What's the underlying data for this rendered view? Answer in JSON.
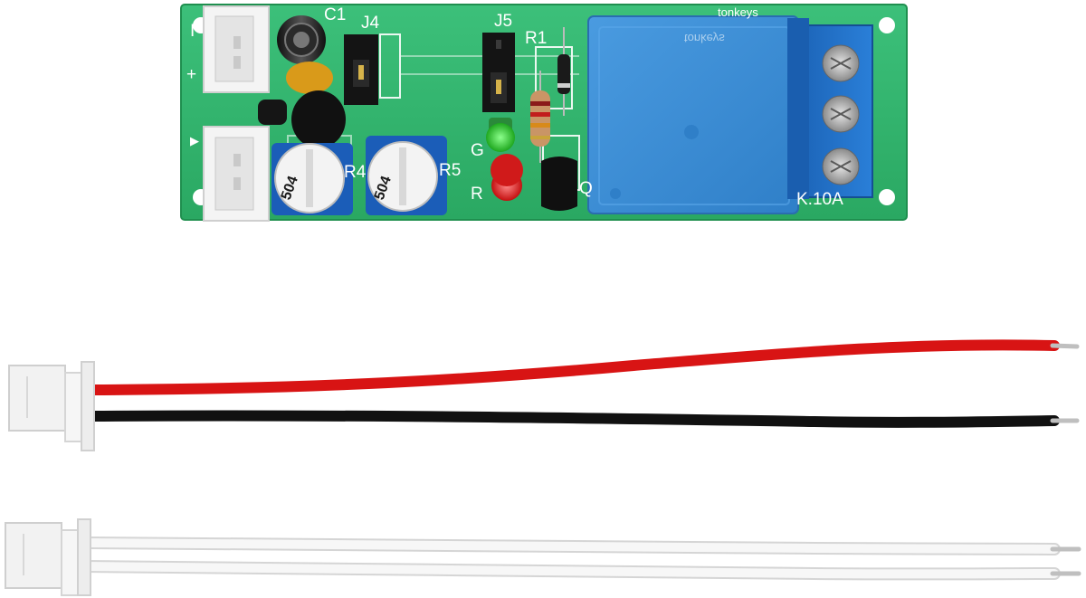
{
  "board": {
    "brand": "tonkeys",
    "brand_mirror": "tonkeys",
    "labels": {
      "c1": "C1",
      "j4": "J4",
      "j5": "J5",
      "r1": "R1",
      "r4": "R4",
      "r5": "R5",
      "g": "G",
      "r": "R",
      "q": "Q",
      "plus": "+",
      "minus": "I",
      "arrow": "▶",
      "relay_text": "K.10A"
    },
    "pots": [
      {
        "code": "504"
      },
      {
        "code": "504"
      }
    ]
  },
  "cables": [
    {
      "wires": [
        "red",
        "black"
      ],
      "colors": [
        "#d81414",
        "#101010"
      ]
    },
    {
      "wires": [
        "white",
        "white"
      ],
      "colors": [
        "#f4f4f4",
        "#f4f4f4"
      ]
    }
  ],
  "colors": {
    "pcb": "#2fb46a",
    "pcb_edge": "#1f8f4f",
    "relay": "#3d8fd6",
    "terminal": "#1e6fc7",
    "connector": "#f3f3f3"
  }
}
